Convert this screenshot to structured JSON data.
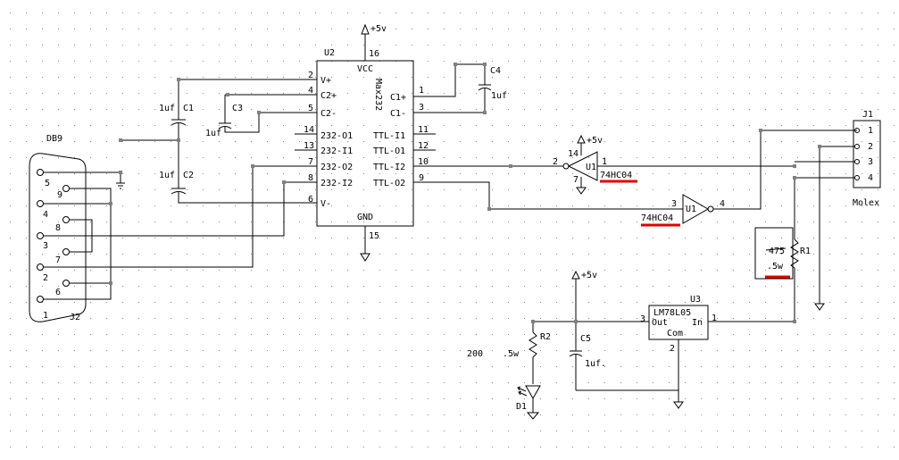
{
  "colors": {
    "wire": "#000000",
    "grid": "#8a8a8a",
    "highlight": "#e00000",
    "junction": "#808080"
  },
  "db9": {
    "title": "DB9",
    "ref": "J2",
    "pins": [
      "5",
      "9",
      "4",
      "8",
      "3",
      "7",
      "2",
      "6",
      "1"
    ]
  },
  "u2": {
    "ref": "U2",
    "part": "Max232",
    "top_pin": "16",
    "bottom_pin": "15",
    "vcc": "VCC",
    "gnd": "GND",
    "supply": "+5v",
    "left_pins": [
      {
        "num": "2",
        "name": "V+"
      },
      {
        "num": "4",
        "name": "C2+"
      },
      {
        "num": "5",
        "name": "C2-"
      },
      {
        "num": "14",
        "name": "232-O1"
      },
      {
        "num": "13",
        "name": "232-I1"
      },
      {
        "num": "7",
        "name": "232-O2"
      },
      {
        "num": "8",
        "name": "232-I2"
      },
      {
        "num": "6",
        "name": "V-"
      }
    ],
    "right_pins": [
      {
        "num": "1",
        "name": "C1+"
      },
      {
        "num": "3",
        "name": "C1-"
      },
      {
        "num": "11",
        "name": "TTL-I1"
      },
      {
        "num": "12",
        "name": "TTL-O1"
      },
      {
        "num": "10",
        "name": "TTL-I2"
      },
      {
        "num": "9",
        "name": "TTL-O2"
      }
    ]
  },
  "caps": [
    {
      "ref": "C1",
      "value": "1uf"
    },
    {
      "ref": "C2",
      "value": "1uf"
    },
    {
      "ref": "C3",
      "value": "1uf"
    },
    {
      "ref": "C4",
      "value": "1uf"
    },
    {
      "ref": "C5",
      "value": "1uf."
    }
  ],
  "u1a": {
    "ref": "U1",
    "part": "74HC04",
    "in_pin": "2",
    "out_pin": "1",
    "vcc_pin": "14",
    "gnd_pin": "7",
    "supply": "+5v"
  },
  "u1b": {
    "ref": "U1",
    "part": "74HC04",
    "in_pin": "3",
    "out_pin": "4"
  },
  "j1": {
    "ref": "J1",
    "name": "Molex",
    "pins": [
      "1",
      "2",
      "3",
      "4"
    ]
  },
  "r1": {
    "ref": "R1",
    "value": "475",
    "rating": ".5w"
  },
  "u3": {
    "ref": "U3",
    "part": "LM78L05",
    "out": "Out",
    "in": "In",
    "com": "Com",
    "pin_out": "3",
    "pin_in": "1",
    "pin_com": "2",
    "supply": "+5v"
  },
  "r2": {
    "ref": "R2",
    "value": "200",
    "rating": ".5w"
  },
  "d1": {
    "ref": "D1"
  }
}
